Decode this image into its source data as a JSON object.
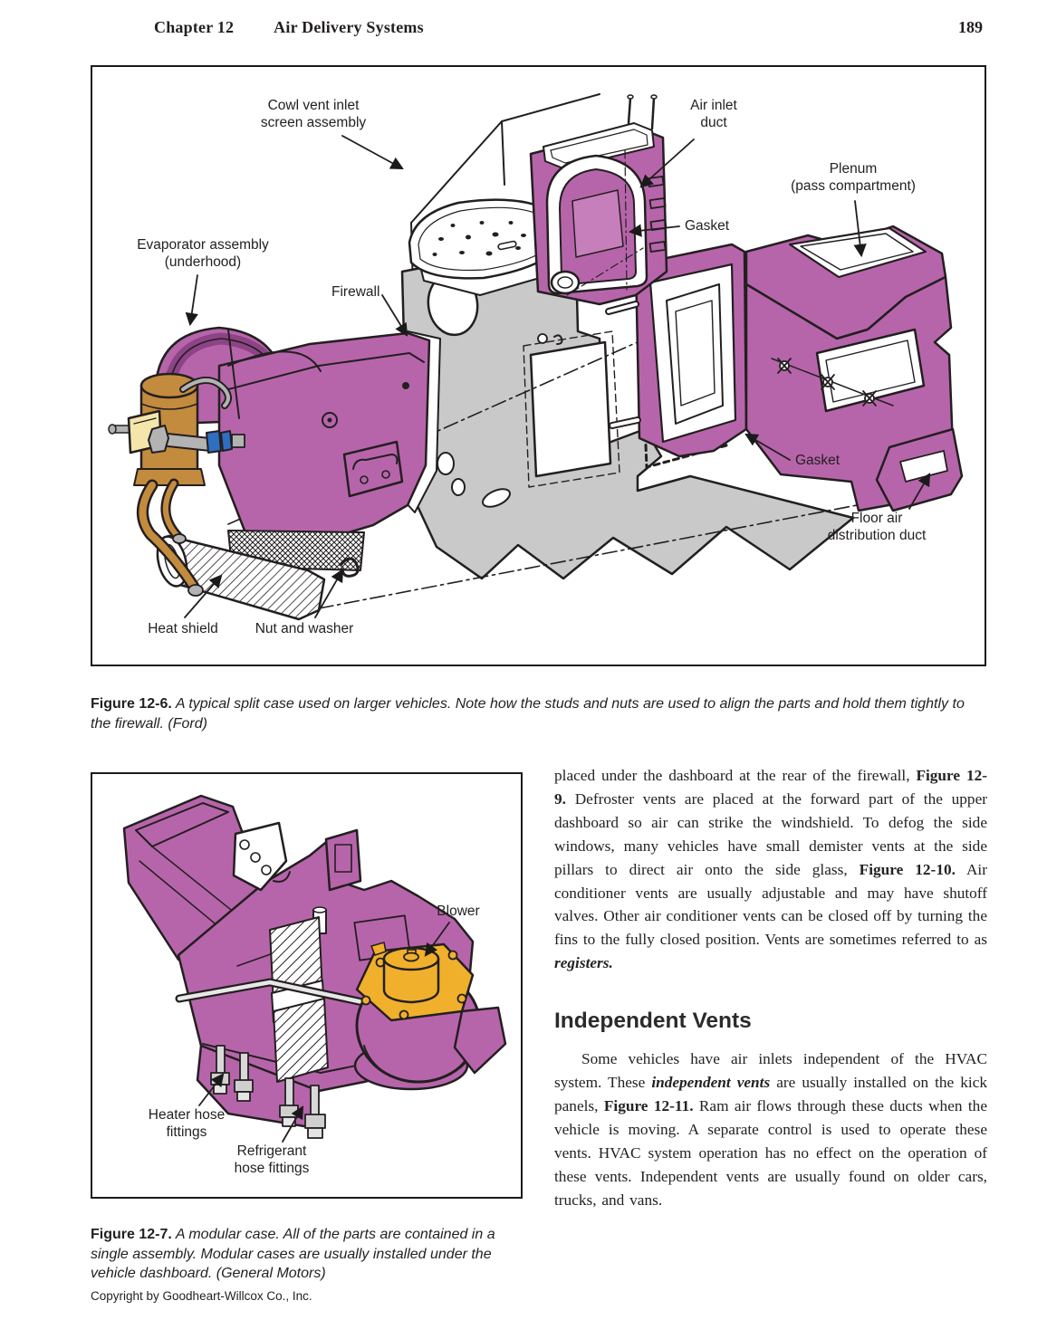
{
  "header": {
    "chapter": "Chapter 12",
    "title": "Air Delivery Systems",
    "page_number": "189"
  },
  "figure_12_6": {
    "labels": {
      "cowl": "Cowl vent inlet\nscreen assembly",
      "air_inlet": "Air inlet\nduct",
      "plenum": "Plenum\n(pass compartment)",
      "gasket_top": "Gasket",
      "evaporator": "Evaporator assembly\n(underhood)",
      "firewall": "Firewall",
      "gasket_bottom": "Gasket",
      "floor_air": "Floor air\ndistribution duct",
      "heat_shield": "Heat shield",
      "nut_washer": "Nut and washer"
    },
    "caption_label": "Figure 12-6.",
    "caption_text": "A typical split case used on larger vehicles. Note how the studs and nuts are used to align the parts and hold them tightly to the firewall. (Ford)"
  },
  "figure_12_7": {
    "labels": {
      "blower": "Blower",
      "heater_hose": "Heater hose\nfittings",
      "refrigerant_hose": "Refrigerant\nhose fittings"
    },
    "caption_label": "Figure 12-7.",
    "caption_text": "A modular case. All of the parts are contained in a single assembly. Modular cases are usually installed under the vehicle dashboard. (General Motors)"
  },
  "body": {
    "p1": {
      "s1": "placed under the dashboard at the rear of the firewall, ",
      "b1": "Figure 12-9.",
      "s2": " Defroster vents are placed at the forward part of the upper dashboard so air can strike the windshield. To defog the side windows, many vehicles have small demister vents at the side pillars to direct air onto the side glass, ",
      "b2": "Figure 12-10.",
      "s3": " Air conditioner vents are usually adjustable and may have shutoff valves. Other air conditioner vents can be closed off by turning the fins to the fully closed position. Vents are sometimes referred to as ",
      "bi1": "registers."
    },
    "heading": "Independent Vents",
    "p2": {
      "s1": "Some vehicles have air inlets independent of the HVAC system. These ",
      "bi1": "independent vents",
      "s2": " are usually installed on the kick panels, ",
      "b1": "Figure 12-11.",
      "s3": " Ram air flows through these ducts when the vehicle is moving. A separate control is used to operate these vents. HVAC system operation has no effect on the operation of these vents. Independent vents are usually found on older cars, trucks, and vans."
    }
  },
  "footer": {
    "copyright": "Copyright by Goodheart-Willcox Co., Inc."
  },
  "colors": {
    "case_purple": "#b765ab",
    "case_purple_dark": "#8d4386",
    "firewall_gray": "#c9c9c9",
    "hose_tan": "#c38b3e",
    "blower_yellow": "#f0b02c",
    "fitting_blue": "#2f6ec0",
    "block_cream": "#f4e5ab",
    "line_black": "#231f20"
  }
}
